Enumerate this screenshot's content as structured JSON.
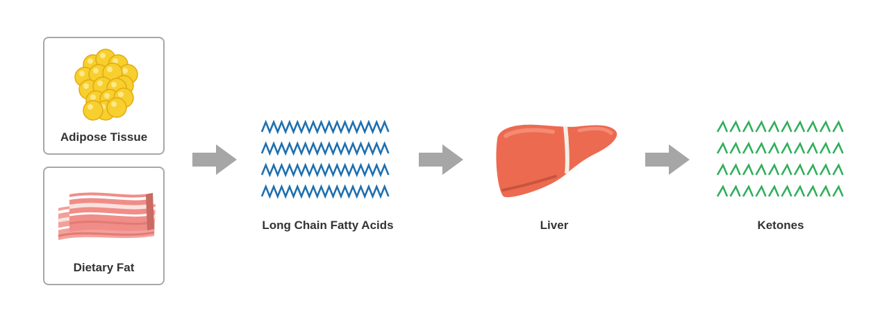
{
  "sources": [
    {
      "label": "Adipose Tissue",
      "icon": "fat-cluster-icon"
    },
    {
      "label": "Dietary Fat",
      "icon": "bacon-icon"
    }
  ],
  "stages": [
    {
      "label": "Long Chain Fatty Acids",
      "icon": "zigzag-lines-icon",
      "color": "#1f6fae"
    },
    {
      "label": "Liver",
      "icon": "liver-icon",
      "color": "#ec6a50"
    },
    {
      "label": "Ketones",
      "icon": "short-zigzag-lines-icon",
      "color": "#2fae5a"
    }
  ],
  "colors": {
    "arrow": "#a6a6a6",
    "box_border": "#a7a7a7",
    "label": "#333333",
    "fat": "#f7cf2e",
    "bacon": "#f08d88"
  }
}
